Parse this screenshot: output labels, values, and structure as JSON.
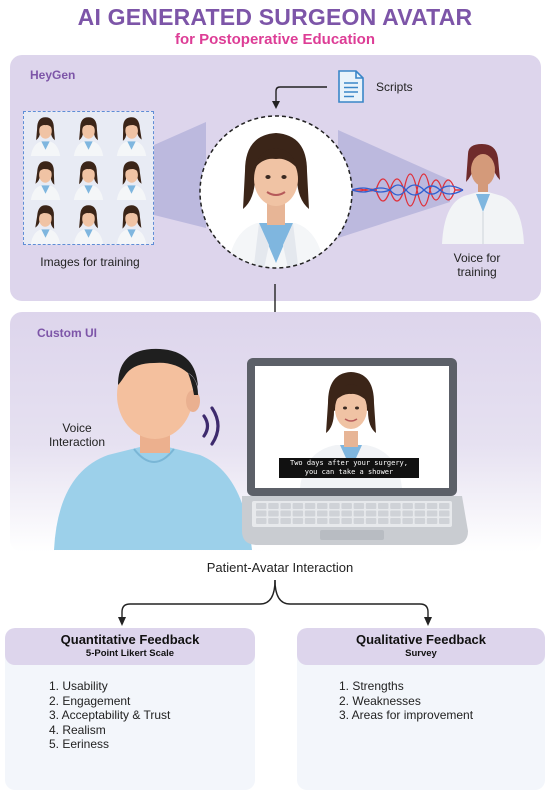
{
  "title": "AI GENERATED SURGEON AVATAR",
  "subtitle": "for Postoperative Education",
  "heygen_panel": {
    "label": "HeyGen",
    "scripts_label": "Scripts",
    "images_label": "Images for training",
    "voice_label_1": "Voice for",
    "voice_label_2": "training"
  },
  "custom_panel": {
    "label": "Custom UI",
    "voice_label_1": "Voice",
    "voice_label_2": "Interaction",
    "subtitle_line_1": "Two days after your surgery,",
    "subtitle_line_2": "you can take a shower",
    "interaction_label": "Patient-Avatar Interaction"
  },
  "quantitative": {
    "title": "Quantitative Feedback",
    "subtitle": "5-Point Likert Scale",
    "items": [
      "1. Usability",
      "2. Engagement",
      "3. Acceptability & Trust",
      "4. Realism",
      "5. Eeriness"
    ]
  },
  "qualitative": {
    "title": "Qualitative Feedback",
    "subtitle": "Survey",
    "items": [
      "1. Strengths",
      "2. Weaknesses",
      "3. Areas for improvement"
    ]
  },
  "colors": {
    "title": "#7d55a8",
    "subtitle": "#dd3d96",
    "panel": "#ddd5ec",
    "card": "#f3f6fb",
    "scrub_top": "#7fb6df",
    "wave_red": "#e0303a",
    "wave_blue": "#2f5fd0"
  }
}
